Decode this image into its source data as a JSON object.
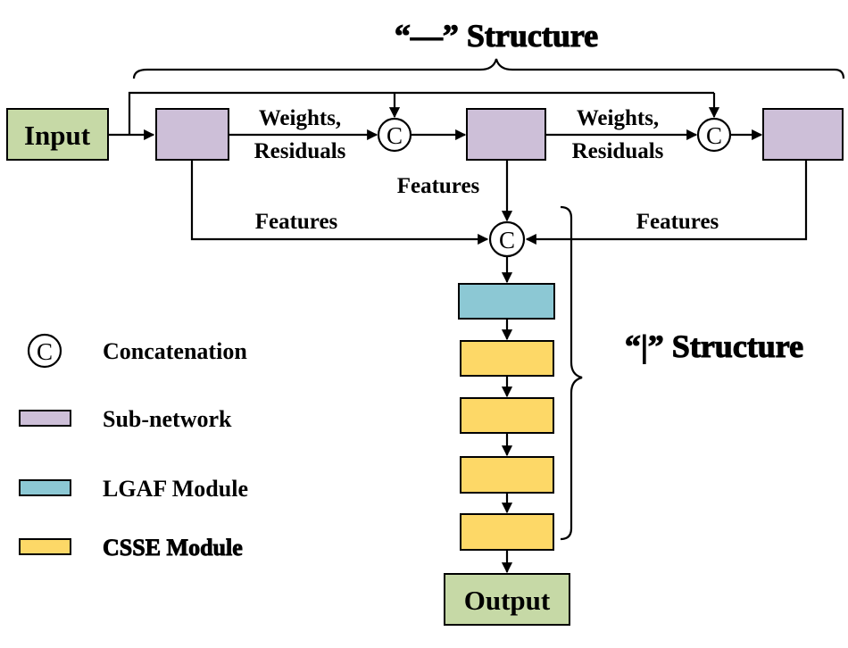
{
  "titles": {
    "horizontal": "“—” Structure",
    "vertical": "“|” Structure"
  },
  "nodes": {
    "input": "Input",
    "output": "Output",
    "concat_symbol": "C"
  },
  "edge_labels": {
    "weights": "Weights,",
    "residuals": "Residuals",
    "features": "Features"
  },
  "legend": {
    "concatenation": "Concatenation",
    "subnetwork": "Sub-network",
    "lgaf": "LGAF Module",
    "csse": "CSSE Module"
  },
  "colors": {
    "io": "#c6d9a6",
    "subnetwork": "#cdbfd8",
    "lgaf": "#8cc8d4",
    "csse": "#fdd867"
  }
}
